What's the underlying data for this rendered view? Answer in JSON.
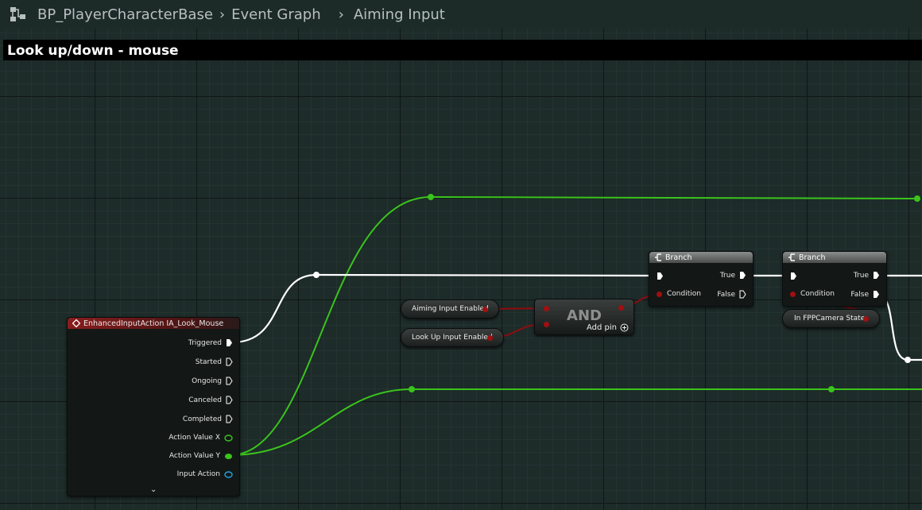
{
  "breadcrumb": {
    "blueprint": "BP_PlayerCharacterBase",
    "graph": "Event Graph",
    "section": "Aiming Input"
  },
  "comment": {
    "title": "Look up/down - mouse"
  },
  "event_node": {
    "title": "EnhancedInputAction IA_Look_Mouse",
    "pins": [
      "Triggered",
      "Started",
      "Ongoing",
      "Canceled",
      "Completed",
      "Action Value X",
      "Action Value Y",
      "Input Action"
    ]
  },
  "vars": {
    "aiming": "Aiming Input Enabled",
    "lookup": "Look Up Input Enabled",
    "fpp": "In FPPCamera State"
  },
  "and_node": {
    "title": "AND",
    "add_pin": "Add pin"
  },
  "branch1": {
    "title": "Branch",
    "true_label": "True",
    "false_label": "False",
    "condition_label": "Condition"
  },
  "branch2": {
    "title": "Branch",
    "true_label": "True",
    "false_label": "False",
    "condition_label": "Condition"
  },
  "colors": {
    "exec_wire": "#ffffff",
    "float_wire": "#3ac41c",
    "bool_wire": "#8e0d0d",
    "event_header": "#8a1d1d"
  }
}
